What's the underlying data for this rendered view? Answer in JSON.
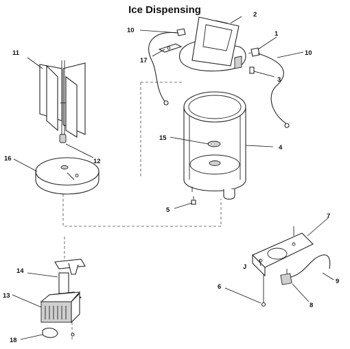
{
  "title": "Ice Dispensing",
  "callouts": {
    "c1": "1",
    "c2": "2",
    "c3": "3",
    "c4": "4",
    "c5": "5",
    "c6": "6",
    "c7": "7",
    "c8": "8",
    "c9": "9",
    "c10a": "10",
    "c10b": "10",
    "c11": "11",
    "c12": "12",
    "c13": "13",
    "c14": "14",
    "c15": "15",
    "c16": "16",
    "c17": "17",
    "c18": "18"
  }
}
